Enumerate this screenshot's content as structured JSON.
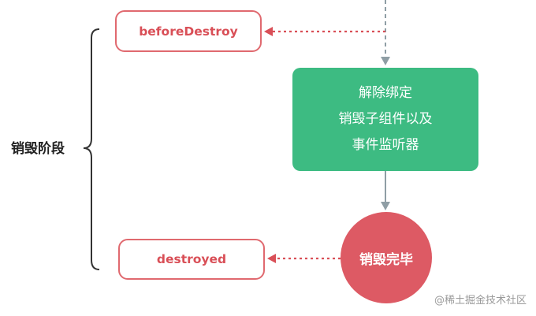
{
  "stage": {
    "label": "销毁阶段"
  },
  "hooks": {
    "before_destroy": "beforeDestroy",
    "destroyed": "destroyed"
  },
  "process": {
    "lines": [
      "解除绑定",
      "销毁子组件以及",
      "事件监听器"
    ]
  },
  "end": {
    "label": "销毁完毕"
  },
  "watermark": "@稀土掘金技术社区",
  "colors": {
    "hook_border": "#e0696f",
    "hook_text": "#d94f57",
    "process_fill": "#3dbb82",
    "end_fill": "#dd5a64",
    "connector_gray": "#8f9ea5",
    "dotted_red": "#d94f57"
  }
}
